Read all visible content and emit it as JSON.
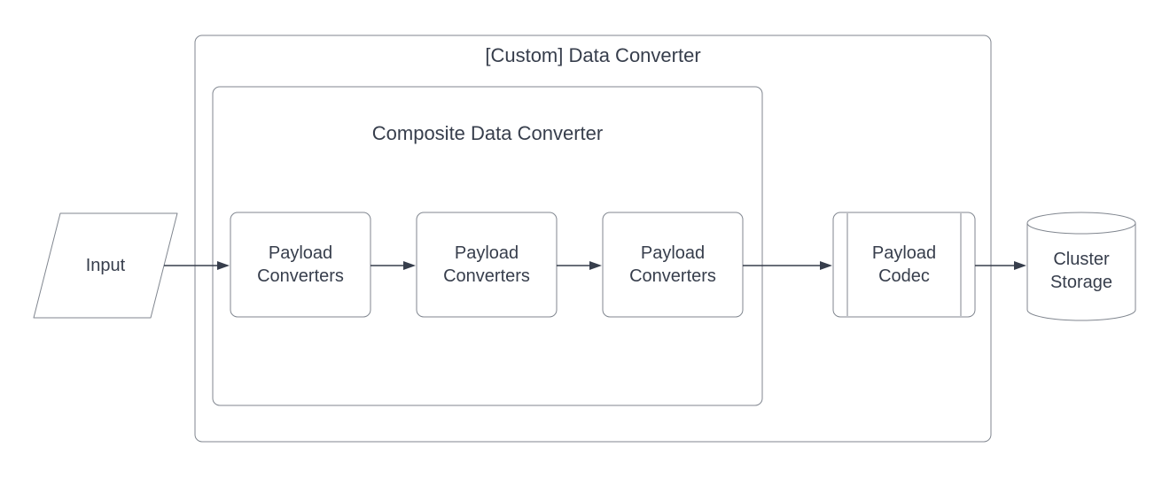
{
  "diagram": {
    "background_color": "#ffffff",
    "shape_stroke_color": "#80868f",
    "arrow_color": "#373e4c",
    "text_color": "#373e4c",
    "outer_group": {
      "label": "[Custom] Data Converter",
      "shape": "rounded-rectangle"
    },
    "inner_group": {
      "label": "Composite Data Converter",
      "shape": "rounded-rectangle"
    },
    "nodes": {
      "input": {
        "label": "Input",
        "shape": "parallelogram"
      },
      "payload_converters": [
        {
          "label": "Payload Converters",
          "lines": [
            "Payload",
            "Converters"
          ],
          "shape": "rounded-rectangle"
        },
        {
          "label": "Payload Converters",
          "lines": [
            "Payload",
            "Converters"
          ],
          "shape": "rounded-rectangle"
        },
        {
          "label": "Payload Converters",
          "lines": [
            "Payload",
            "Converters"
          ],
          "shape": "rounded-rectangle"
        }
      ],
      "payload_codec": {
        "label": "Payload Codec",
        "lines": [
          "Payload",
          "Codec"
        ],
        "shape": "predefined-process"
      },
      "cluster_storage": {
        "label": "Cluster Storage",
        "lines": [
          "Cluster",
          "Storage"
        ],
        "shape": "cylinder"
      }
    },
    "connections": [
      {
        "from": "input",
        "to": "payload_converter_1"
      },
      {
        "from": "payload_converter_1",
        "to": "payload_converter_2"
      },
      {
        "from": "payload_converter_2",
        "to": "payload_converter_3"
      },
      {
        "from": "payload_converter_3",
        "to": "payload_codec"
      },
      {
        "from": "payload_codec",
        "to": "cluster_storage"
      }
    ]
  }
}
